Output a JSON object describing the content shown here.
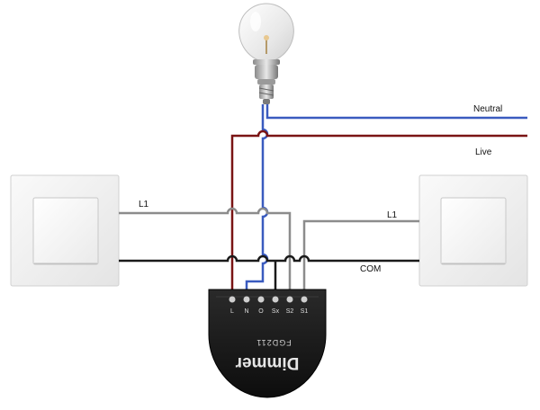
{
  "labels": {
    "neutral": "Neutral",
    "live": "Live",
    "l1_left": "L1",
    "l1_right": "L1",
    "com": "COM"
  },
  "device": {
    "brand": "Dimmer",
    "model": "FGD211",
    "terminals": [
      "L",
      "N",
      "O",
      "Sx",
      "S2",
      "S1"
    ]
  },
  "colors": {
    "neutral": "#3a5bbf",
    "live": "#7a1414",
    "switch_wire": "#8c8c8c",
    "com_wire": "#1a1a1a",
    "device_body": "#1c1c1c"
  },
  "icons": {
    "bulb": "light-bulb-icon",
    "switch": "wall-switch-icon"
  }
}
